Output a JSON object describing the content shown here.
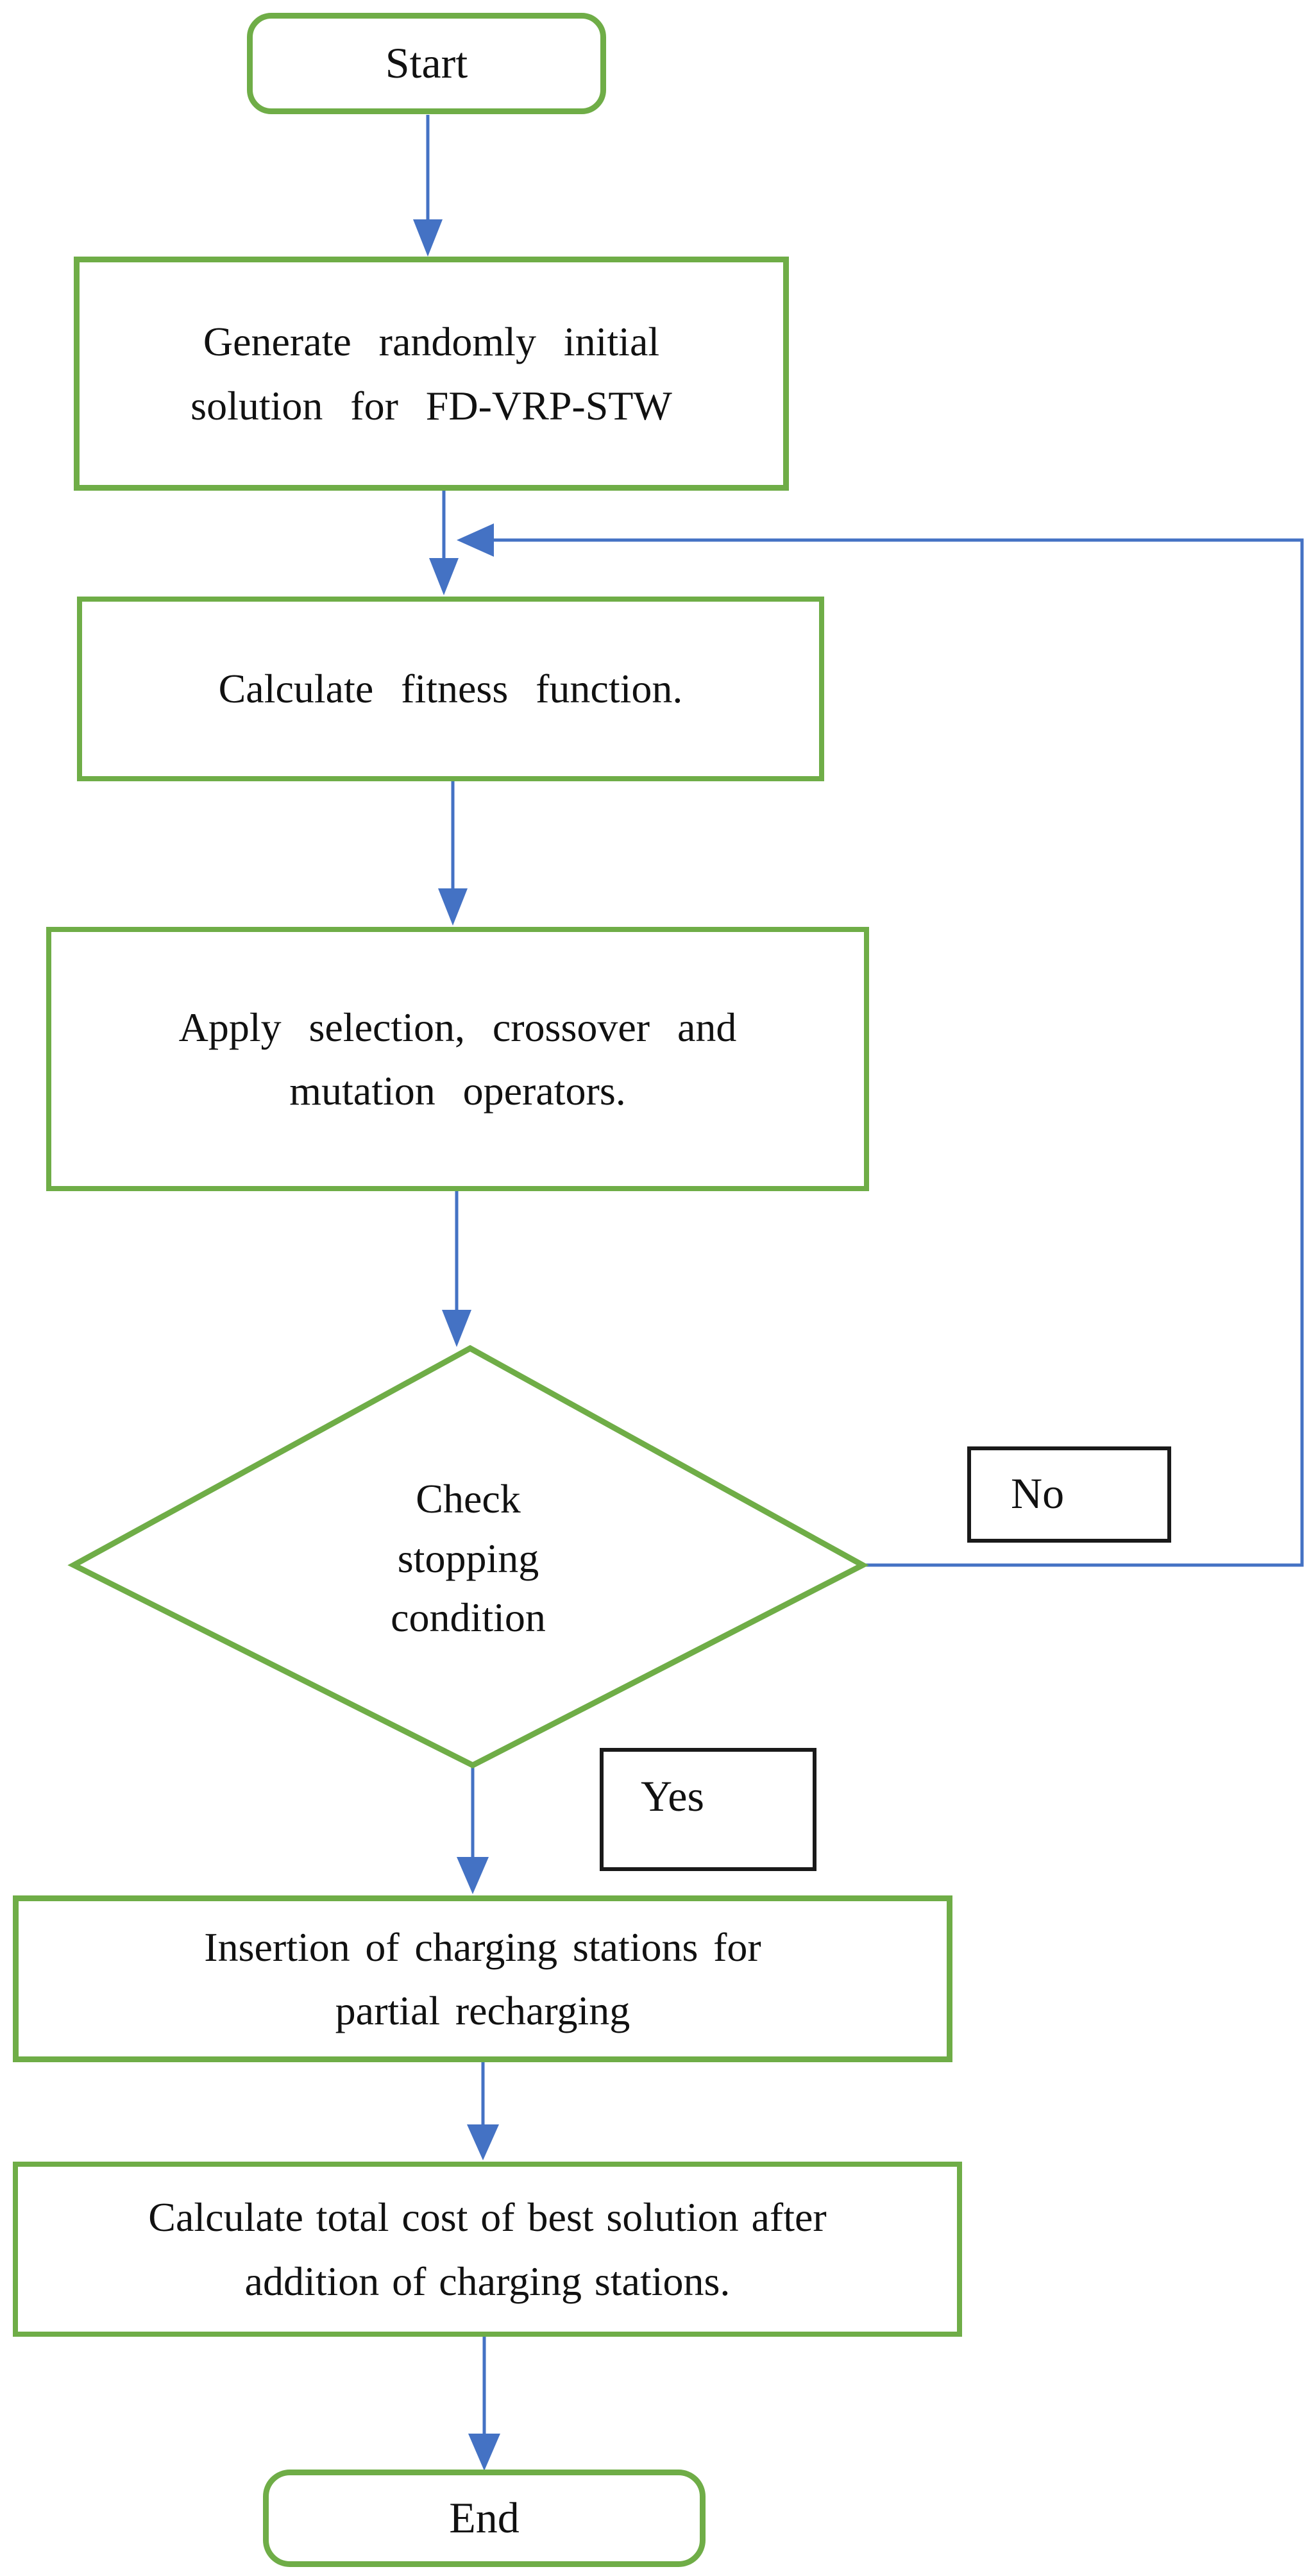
{
  "figure": {
    "type": "flowchart",
    "description": "Genetic algorithm flowchart for FD-VRP-STW with charging station insertion",
    "colors": {
      "process_border": "#6FAD47",
      "decision_border": "#6FAD47",
      "arrow": "#4472C4",
      "edge_label_border": "#1a1a1a",
      "text": "#111111",
      "background": "#ffffff"
    },
    "nodes": {
      "start": {
        "shape": "terminator",
        "label": "Start"
      },
      "generate": {
        "shape": "process",
        "label": "Generate randomly initial\nsolution for FD-VRP-STW"
      },
      "fitness": {
        "shape": "process",
        "label": "Calculate fitness function."
      },
      "operators": {
        "shape": "process",
        "label": "Apply selection, crossover and\nmutation operators."
      },
      "decision": {
        "shape": "decision",
        "label": "Check\nstopping\ncondition"
      },
      "insertion": {
        "shape": "process",
        "label": "Insertion of charging stations for\npartial recharging"
      },
      "totalcost": {
        "shape": "process",
        "label": "Calculate total cost of best solution after\naddition of charging stations."
      },
      "end": {
        "shape": "terminator",
        "label": "End"
      }
    },
    "edge_labels": {
      "no": "No",
      "yes": "Yes"
    },
    "edges": [
      {
        "from": "start",
        "to": "generate"
      },
      {
        "from": "generate",
        "to": "fitness"
      },
      {
        "from": "fitness",
        "to": "operators"
      },
      {
        "from": "operators",
        "to": "decision"
      },
      {
        "from": "decision",
        "to": "fitness",
        "label": "No",
        "route": "right-up-left feedback loop"
      },
      {
        "from": "decision",
        "to": "insertion",
        "label": "Yes"
      },
      {
        "from": "insertion",
        "to": "totalcost"
      },
      {
        "from": "totalcost",
        "to": "end"
      }
    ]
  }
}
